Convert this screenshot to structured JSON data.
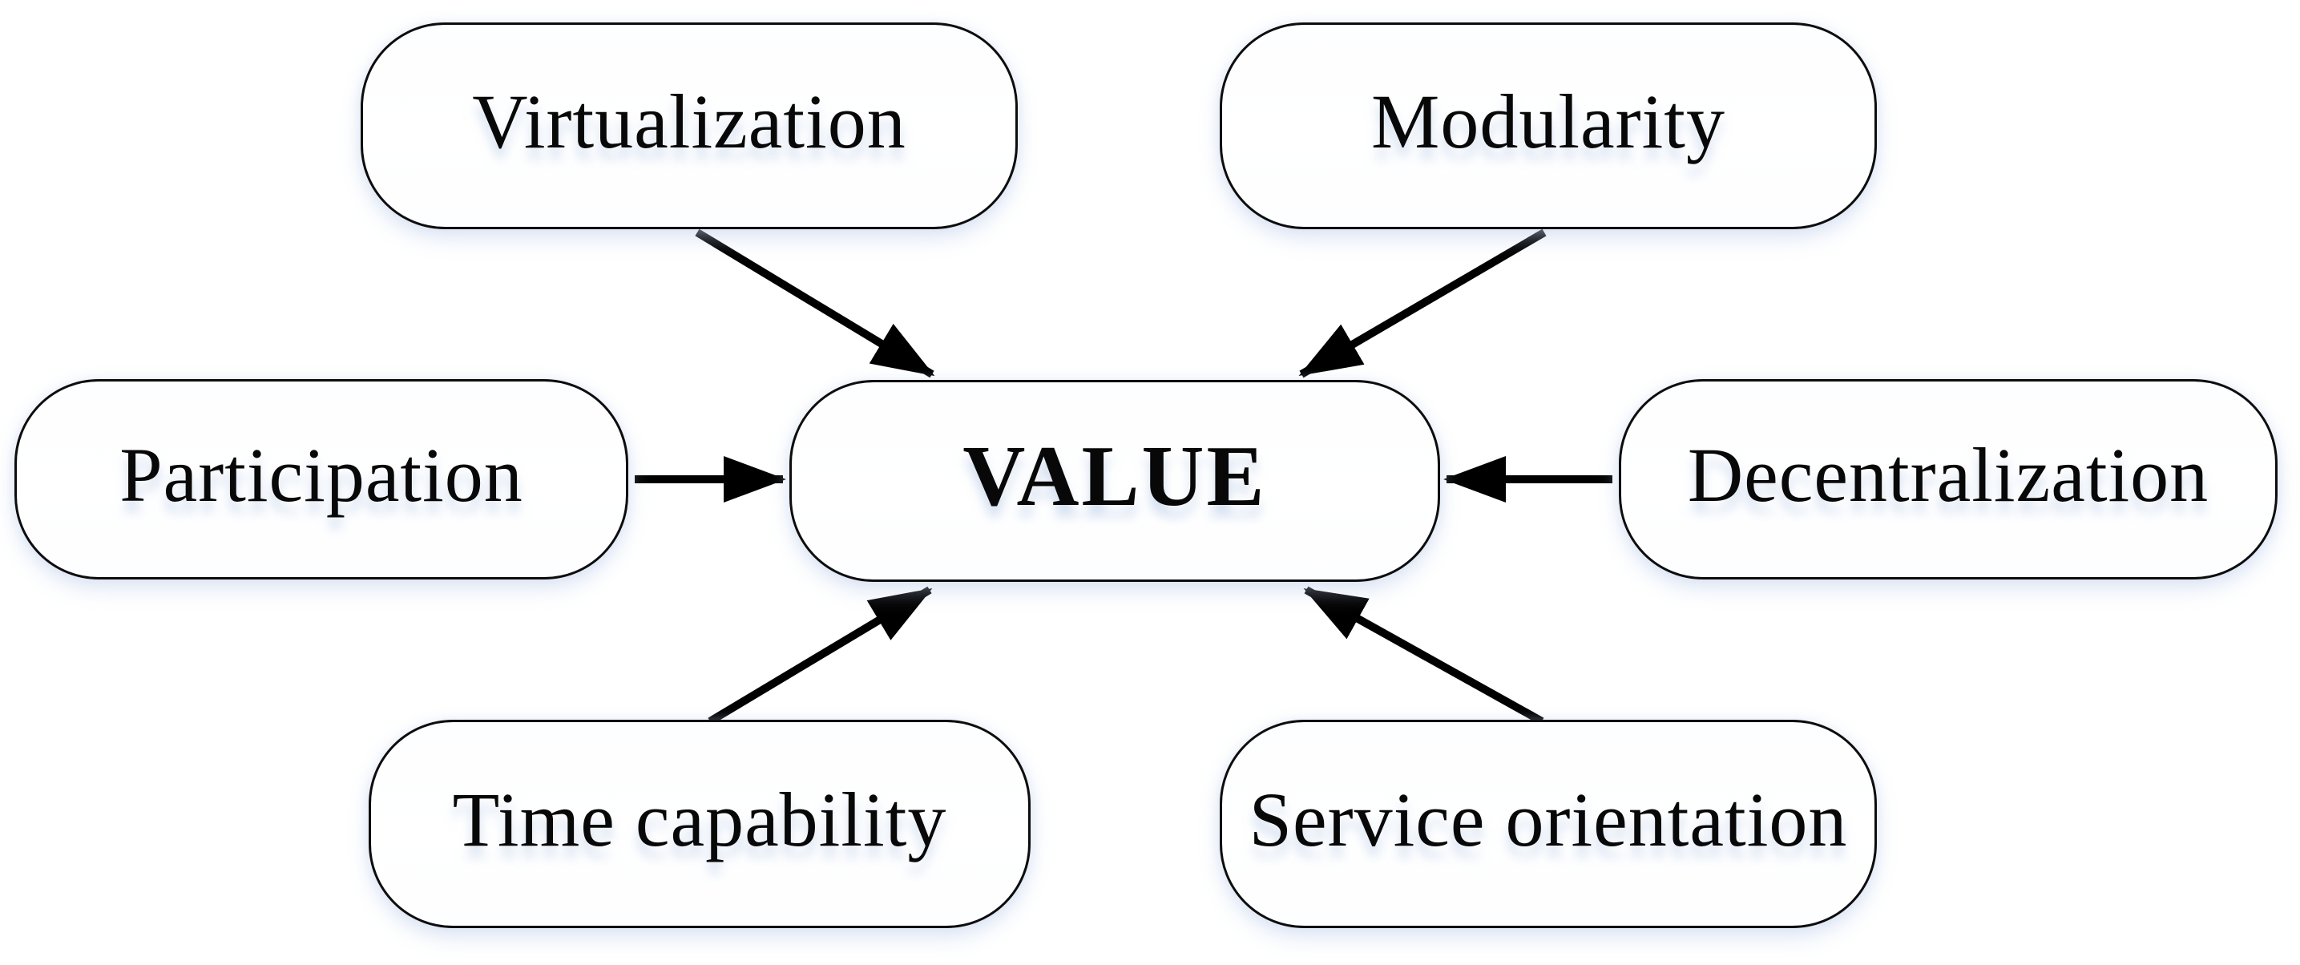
{
  "diagram": {
    "type": "hub-and-spoke",
    "center_node": {
      "id": "value",
      "label": "VALUE",
      "emphasis": "bold"
    },
    "factor_nodes": [
      {
        "id": "virtualization",
        "label": "Virtualization",
        "position": "top-left"
      },
      {
        "id": "modularity",
        "label": "Modularity",
        "position": "top-right"
      },
      {
        "id": "participation",
        "label": "Participation",
        "position": "middle-left"
      },
      {
        "id": "decentralization",
        "label": "Decentralization",
        "position": "middle-right"
      },
      {
        "id": "time_capability",
        "label": "Time capability",
        "position": "bottom-left"
      },
      {
        "id": "service_orientation",
        "label": "Service orientation",
        "position": "bottom-right"
      }
    ],
    "edges": [
      {
        "from": "Virtualization",
        "to": "VALUE"
      },
      {
        "from": "Modularity",
        "to": "VALUE"
      },
      {
        "from": "Participation",
        "to": "VALUE"
      },
      {
        "from": "Decentralization",
        "to": "VALUE"
      },
      {
        "from": "Time capability",
        "to": "VALUE"
      },
      {
        "from": "Service orientation",
        "to": "VALUE"
      }
    ],
    "colors": {
      "background": "#ffffff",
      "node_fill": "#ffffff",
      "node_border": "#0d0d0d",
      "arrow": "#000000",
      "text": "#080808"
    }
  }
}
